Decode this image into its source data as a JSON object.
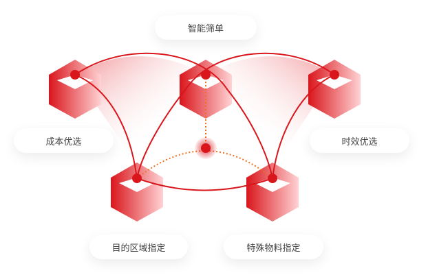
{
  "labels": {
    "smart_filter": "智能筛单",
    "cost_priority": "成本优选",
    "time_priority": "时效优选",
    "destination_region": "目的区域指定",
    "special_material": "特殊物料指定"
  },
  "colors": {
    "accent": "#d9161c",
    "dotted_line": "#f07020",
    "cube_light": "#ffd0d2"
  }
}
